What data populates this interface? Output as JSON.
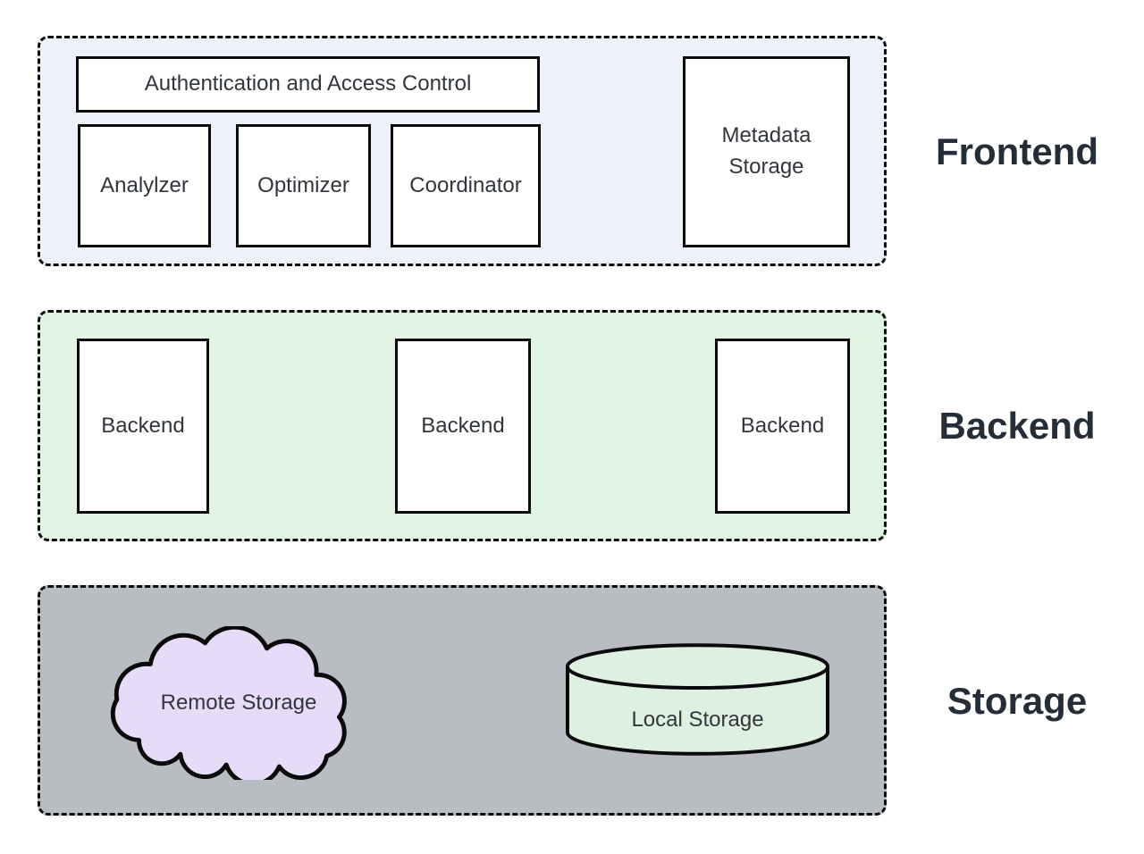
{
  "colors": {
    "frontend_bg": "#ECF1FA",
    "backend_bg": "#E1F3E1",
    "storage_bg": "#B9BCC1",
    "cloud_fill": "#E7DCF8",
    "cylinder_fill": "#DEF1E1",
    "node_fill": "#FFFFFF",
    "node_text": "#30363B",
    "label_text": "#252E38"
  },
  "frontend": {
    "side_label": "Frontend",
    "auth_box": "Authentication and Access Control",
    "modules": [
      "Analylzer",
      "Optimizer",
      "Coordinator"
    ],
    "metadata_box": "Metadata Storage"
  },
  "backend": {
    "side_label": "Backend",
    "nodes": [
      "Backend",
      "Backend",
      "Backend"
    ]
  },
  "storage": {
    "side_label": "Storage",
    "remote": "Remote Storage",
    "local": "Local Storage"
  }
}
